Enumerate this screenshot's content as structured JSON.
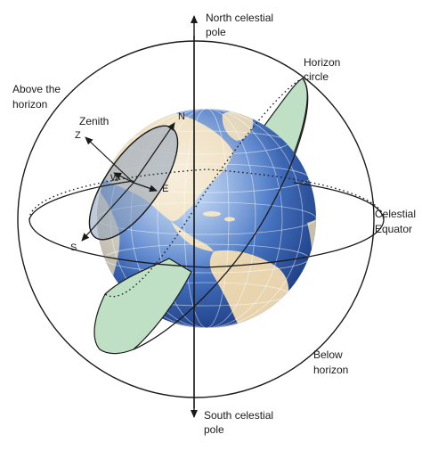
{
  "labels": {
    "north_pole_line1": "North celestial",
    "north_pole_line2": "pole",
    "south_pole_line1": "South celestial",
    "south_pole_line2": "pole",
    "horizon_circle_line1": "Horizon",
    "horizon_circle_line2": "circle",
    "above_line1": "Above the",
    "above_line2": "horizon",
    "below_line1": "Below",
    "below_line2": "horizon",
    "equator_line1": "Celestial",
    "equator_line2": "Equator",
    "zenith": "Zenith"
  },
  "directions": {
    "n": "N",
    "s": "S",
    "e": "E",
    "w": "W",
    "z": "Z"
  },
  "colors": {
    "ocean": "#3f6fc0",
    "land": "#f2dcb0",
    "horizon_plane": "#bfe0c4",
    "observer_plane": "#8d9fb8",
    "line": "#1a1a1a"
  }
}
